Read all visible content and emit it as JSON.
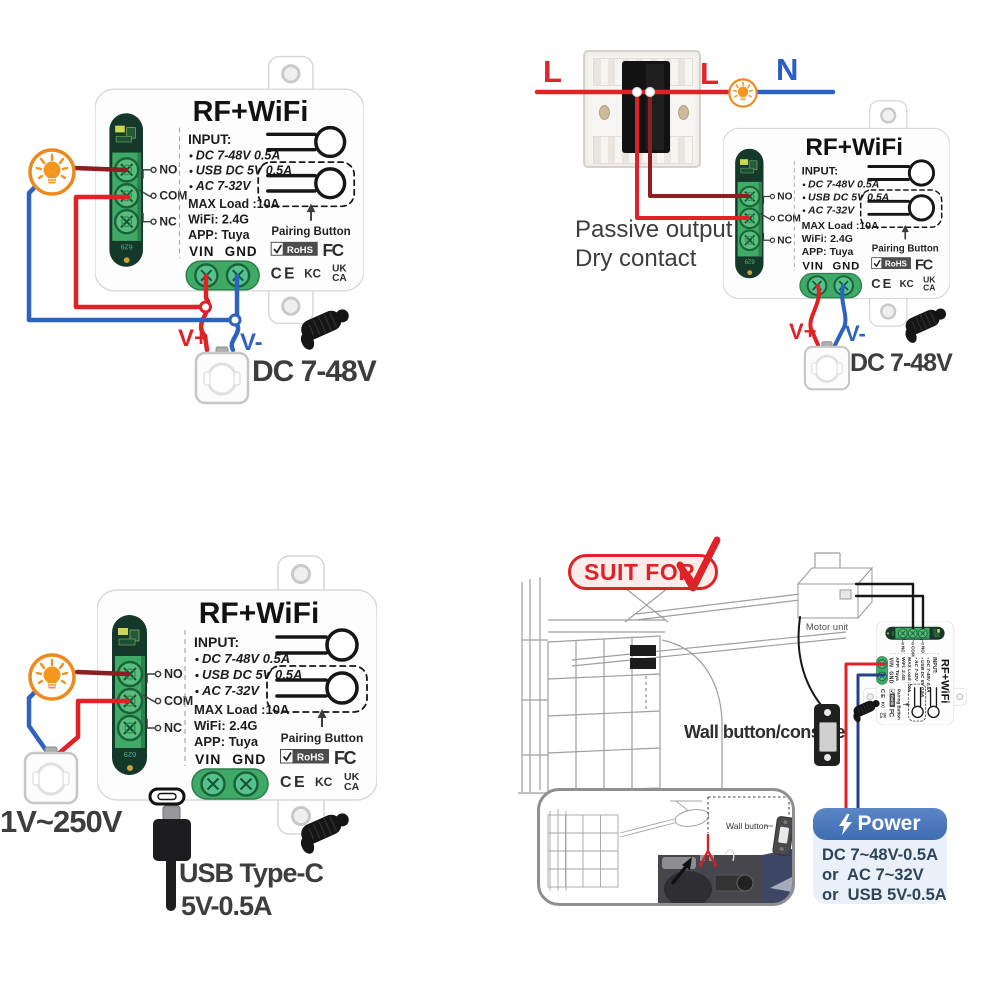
{
  "module": {
    "title": "RF+WiFi",
    "input_label": "INPUT:",
    "inputs": [
      "DC 7-48V 0.5A",
      "USB DC 5V 0.5A",
      "AC 7-32V"
    ],
    "specs": [
      "MAX Load :10A",
      "WiFi: 2.4G",
      "APP: Tuya"
    ],
    "terminals": [
      "NO",
      "COM",
      "NC"
    ],
    "vin_gnd": "VIN GND",
    "pairing": "Pairing Button",
    "pcb_code": "629",
    "certs": {
      "rohs": "RoHS",
      "fcc": "FC",
      "ce": "CE",
      "kc": "KC",
      "uk": "UK",
      "ca": "CA"
    }
  },
  "top_left": {
    "v_plus": "V+",
    "v_minus": "V-",
    "power_label": "DC 7-48V"
  },
  "top_right": {
    "line_l1": "L",
    "line_l2": "L",
    "line_n": "N",
    "caption1": "Passive output",
    "caption2": "Dry contact",
    "v_plus": "V+",
    "v_minus": "V-",
    "power_label": "DC 7-48V"
  },
  "bottom_left": {
    "power_label": "1V~250V",
    "usb_label1": "USB Type-C",
    "usb_label2": "5V-0.5A"
  },
  "bottom_right": {
    "badge": "SUIT FOR",
    "motor_unit": "Motor unit",
    "wall_button_console": "Wall button/console",
    "inset_wall_button": "Wall button",
    "power_title": "Power",
    "power_lines": [
      "DC 7~48V-0.5A",
      "or  AC 7~32V",
      "or  USB 5V-0.5A"
    ]
  },
  "colors": {
    "wire_red": "#e02126",
    "wire_dark_red": "#8f1d22",
    "wire_blue": "#2e62c0",
    "wire_navy": "#27408b",
    "bulb_orange": "#ef8b1c",
    "label_dark": "#3d3d3d",
    "l_red": "#e0262c",
    "n_blue": "#2b5cc8",
    "badge_red": "#df2128",
    "power_header_blue": "#4b79bb",
    "power_body_blue": "#e9f0fa",
    "pcb_green": "#3fa966"
  }
}
